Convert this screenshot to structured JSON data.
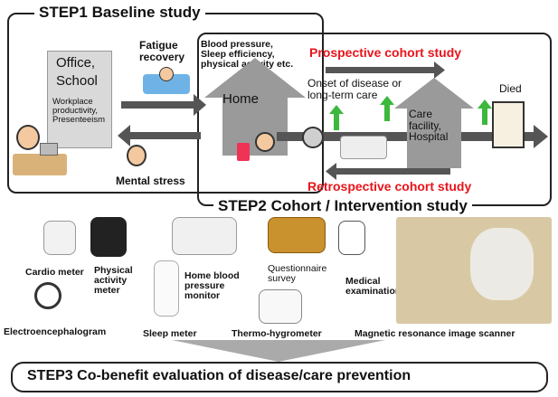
{
  "step1": {
    "title": "STEP1 Baseline study"
  },
  "step2": {
    "title": "STEP2 Cohort / Intervention study"
  },
  "step3": {
    "title": "STEP3 Co-benefit evaluation of disease/care prevention"
  },
  "office": {
    "title_line1": "Office,",
    "title_line2": "School",
    "sub": "Workplace productivity, Presenteeism"
  },
  "labels": {
    "fatigue": "Fatigue recovery",
    "mental_stress": "Mental stress",
    "blood_pressure": "Blood pressure, Sleep efficiency, physical activity etc.",
    "home": "Home",
    "onset": "Onset of disease or long-term care",
    "care_facility": "Care facility, Hospital",
    "died": "Died"
  },
  "studies": {
    "prospective": "Prospective cohort study",
    "retrospective": "Retrospective cohort study"
  },
  "devices": {
    "cardio": "Cardio meter",
    "physical": "Physical activity meter",
    "home_bp": "Home blood pressure monitor",
    "questionnaire": "Questionnaire survey",
    "medical": "Medical examination",
    "eeg": "Electroencephalogram",
    "sleep": "Sleep meter",
    "thermo": "Thermo-hygrometer",
    "mri": "Magnetic resonance image scanner"
  },
  "colors": {
    "red": "#e8141b",
    "house": "#9a9a9a",
    "arrow": "#555555"
  }
}
